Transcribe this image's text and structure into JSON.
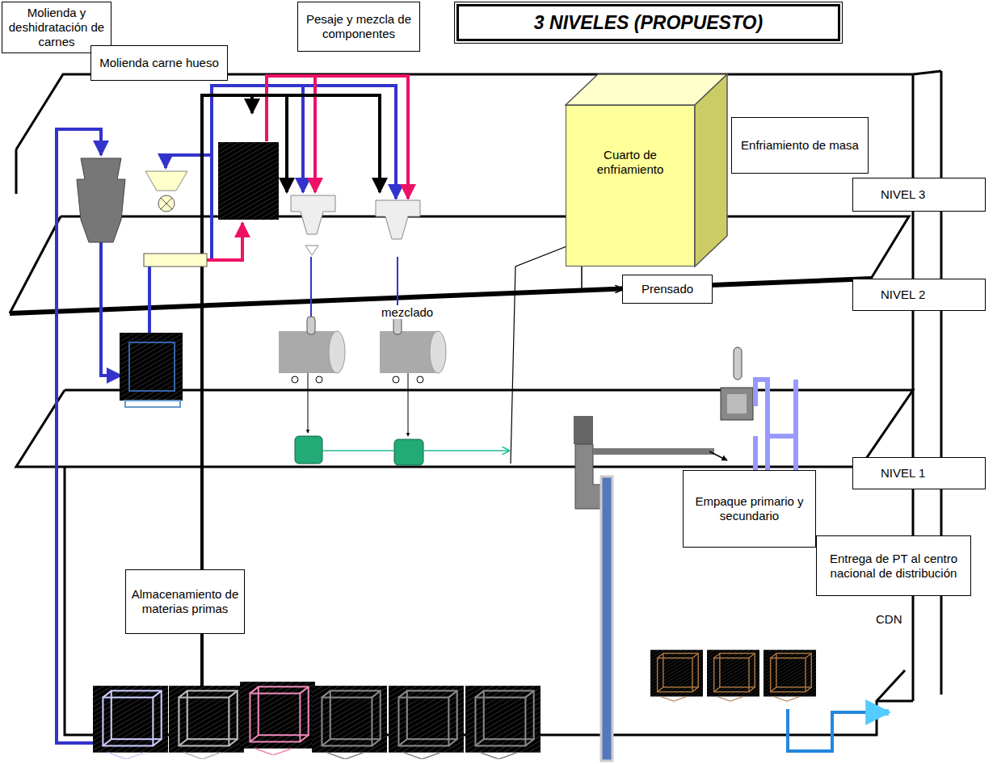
{
  "diagram": {
    "title": "3 NIVELES (PROPUESTO)",
    "nodes": [
      {
        "text": [
          "Molienda y deshidratación de carnes"
        ]
      },
      {
        "text": [
          "Pesaje y mezcla de componentes"
        ]
      },
      {
        "text": [
          "Molienda carne hueso"
        ]
      },
      {
        "text": [
          "Enfriamiento de masa"
        ]
      },
      {
        "text": [
          "NIVEL 3"
        ]
      },
      {
        "text": [
          "NIVEL 2"
        ]
      },
      {
        "text": [
          "NIVEL 1"
        ]
      },
      {
        "text": [
          "Cuarto de enfriamiento"
        ]
      },
      {
        "text": [
          "Prensado"
        ]
      },
      {
        "text": [
          "Empaque primario y secundario"
        ]
      },
      {
        "text": [
          "Entrega de PT al centro nacional de distribución"
        ]
      },
      {
        "text": [
          "Almacenamiento de materias primas"
        ]
      }
    ],
    "edges": [
      {
        "from": 7,
        "to": 8,
        "arrow": "to"
      }
    ],
    "labels": [
      "mezclado",
      "CDN"
    ]
  }
}
